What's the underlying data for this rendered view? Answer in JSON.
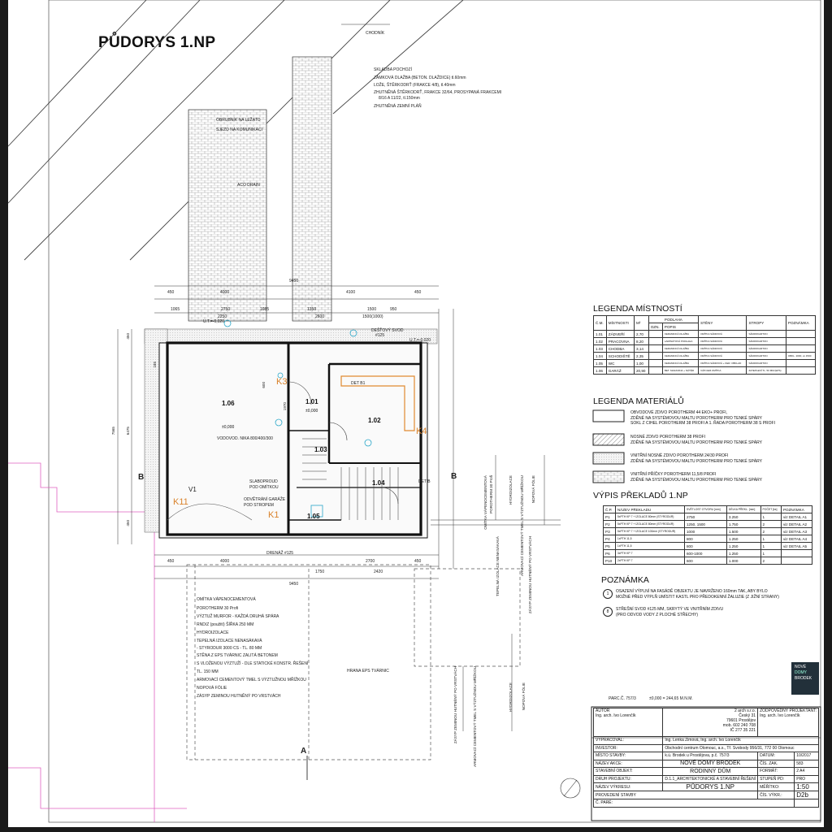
{
  "title": "PŮDORYS 1.NP",
  "site_labels": {
    "chodnik": "CHODNÍK",
    "skladba_title": "SKLADBA POCHOZÍ",
    "skladba_lines": [
      "ZÁMKOVÁ DLAŽBA (BETON. DLAŽDICE) tl.60mm",
      "LOŽE, ŠTĚRKODRŤ (FRAKCE 4/8), tl.40mm",
      "ZHUTNĚNÁ ŠTĚRKODRŤ, FRAKCE 32/64, PROSYPANÁ FRAKCEMI",
      "8/16 A 11/22, tl.150mm",
      "ZHUTNĚNÁ ZEMNÍ PLÁŇ"
    ],
    "obrubnik": "OBRUBNÍK NA LEŽATO",
    "sjezd": "SJEZD NA KOMUNIKACI",
    "aco": "ACO DRAIN",
    "destovy": "DEŠŤOVÝ SVOD",
    "destovy_dn": "#125",
    "uti1": "U.T.=-0,020",
    "uti2": "U.T.=-0,020",
    "slaboproud": "SLABOPROUD",
    "slaboproud2": "POD OMÍTKOU",
    "odvetrani": "ODVĚTRÁNÍ GARÁŽE",
    "odvetrani2": "POD STROPEM",
    "vodovod": "VODOVOD. NIKA 800/400/300",
    "drenaz": "DRENÁŽ #125",
    "hrana": "HRANA EPS TVÁRNIC",
    "det_b1": "DET B1",
    "det_b": "DET B",
    "vysl_label": "V1",
    "parc": "PARC.Č. 757/3",
    "zero": "±0,000 = 244,65 M.N.M."
  },
  "rooms": [
    {
      "id": "1.06",
      "area": "±0,000"
    },
    {
      "id": "1.01",
      "area": "±0,000"
    },
    {
      "id": "1.02",
      "area": ""
    },
    {
      "id": "1.03",
      "area": ""
    },
    {
      "id": "1.04",
      "area": ""
    },
    {
      "id": "1.05",
      "area": ""
    }
  ],
  "orange_tags": [
    "K11",
    "K1",
    "K3",
    "K4"
  ],
  "dims_top": [
    "4000",
    "4100",
    "2750",
    "1500",
    "1065",
    "1350",
    "950",
    "450",
    "1085",
    "2250",
    "2600",
    "1500(1000)",
    "9450",
    "450"
  ],
  "dims_bottom": [
    "4000",
    "1750",
    "2420",
    "450",
    "9450",
    "2700",
    "450"
  ],
  "dims_left": [
    "7565",
    "6475",
    "450",
    "185",
    "1970",
    "600",
    "450"
  ],
  "wall_left_text": [
    "OMÍTKA VÁPENOCEMENTOVÁ",
    "POROTHERM 30 Profi",
    "VÝZTUŽ MURFOR - KAŽDÁ DRUHÁ SPÁRA",
    "RND/Z (použití) ŠÍŘKA 250 MM",
    "HYDROIZOLACE",
    "TEPELNÁ IZOLACE NENASÁKAVÁ",
    "- STYRODUR 3000 CS - TL. 80 MM",
    "STĚNA Z EPS TVÁRNIC ZALITÁ BETONEM",
    "S VLOŽENOU VÝZTUŽÍ - DLE STATICKÉ KONSTR. ŘEŠENÍ",
    "TL. 150 MM",
    "ARMOVACÍ CEMENTOVÝ TMEL S VÝZTUŽNOU MŘÍŽKOU",
    "NOPOVÁ FÓLIE",
    "ZÁSYP ZEMINOU HUTNĚNÝ PO VRSTVÁCH"
  ],
  "legend_rooms": {
    "heading": "LEGENDA MÍSTNOSTÍ",
    "cols": [
      "Č.M.",
      "MÍSTNOSTI",
      "M²",
      "PODLAHA",
      "STĚNY",
      "STROPY",
      "POZNÁMKA"
    ],
    "sub_cols": [
      "OZN.",
      "POPIS"
    ],
    "rows": [
      {
        "no": "1.01",
        "name": "ZÁDVEŘÍ",
        "area": "2,70",
        "floor": "KERAMICKÁ DLAŽBA",
        "walls": "OMÍTKA SÁDROVÁ",
        "ceil": "SÁDROKARTON",
        "note": ""
      },
      {
        "no": "1.02",
        "name": "PRACOVNA",
        "area": "8,20",
        "floor": "LAMINÁTOVÁ PODLAHA",
        "walls": "OMÍTKA SÁDROVÁ",
        "ceil": "SÁDROKARTON",
        "note": ""
      },
      {
        "no": "1.03",
        "name": "CHODBA",
        "area": "3,14",
        "floor": "KERAMICKÁ DLAŽBA",
        "walls": "OMÍTKA SÁDROVÁ",
        "ceil": "SÁDROKARTON",
        "note": ""
      },
      {
        "no": "1.04",
        "name": "SCHODIŠTĚ",
        "area": "2,35",
        "floor": "KERAMICKÁ DLAŽBA",
        "walls": "OMÍTKA SÁDROVÁ",
        "ceil": "SÁDROKARTON",
        "note": "OBKL. 2000, vs 1500"
      },
      {
        "no": "1.05",
        "name": "WC",
        "area": "1,00",
        "floor": "KERAMICKÁ DLAŽBA",
        "walls": "OMÍTKA SÁDROVÁ + KER. OBKLAD",
        "ceil": "SÁDROKARTON",
        "note": ""
      },
      {
        "no": "1.06",
        "name": "GARÁŽ",
        "area": "20,90",
        "floor": "BET. MAZANINA + NÁTĚR",
        "walls": "VÁP.CEM.OMÍTKA",
        "ceil": "ZATEPLENÍ TL. 50 MM (EPS)",
        "note": ""
      }
    ]
  },
  "legend_mat": {
    "heading": "LEGENDA MATERIÁLŮ",
    "items": [
      {
        "l1": "OBVODOVÉ ZDIVO POROTHERM 44 EKO+ PROFI,",
        "l2": "ZDĚNÉ NA SYSTÉMOVOU MALTU POROTHERM PRO TENKÉ SPÁRY",
        "l3": "SOKL Z CIHEL POROTHERM 38 PROFI A 1. ŘADA POROTHERM 38 S PROFI"
      },
      {
        "l1": "NOSNÉ ZDIVO POROTHERM 38 PROFI",
        "l2": "ZDĚNÉ NA SYSTÉMOVOU MALTU POROTHERM PRO TENKÉ SPÁRY",
        "l3": ""
      },
      {
        "l1": "VNITŘNÍ NOSNÉ ZDIVO POROTHERM 24/30 PROFI",
        "l2": "ZDĚNÉ NA SYSTÉMOVOU MALTU POROTHERM PRO TENKÉ SPÁRY",
        "l3": ""
      },
      {
        "l1": "VNITŘNÍ PŘÍČKY POROTHERM 11,5/8 PROFI",
        "l2": "ZDĚNÉ NA SYSTÉMOVOU MALTU POROTHERM PRO TENKÉ SPÁRY",
        "l3": ""
      }
    ]
  },
  "lintels": {
    "heading": "VÝPIS PŘEKLADŮ 1.NP",
    "cols": [
      "Č.P.",
      "NÁZEV PŘEKLADU",
      "SVĚTLOST OTVORU [mm]",
      "DÉLKA PŘEKL. [mm]",
      "POČET [ks]",
      "POZNÁMKA"
    ],
    "rows": [
      [
        "P1",
        "5xPTH KP 7 + IZOLACE 80mm (STYRODUR)",
        "2750",
        "3.250",
        "1",
        "viz DETAIL A1"
      ],
      [
        "P2",
        "5xPTH KP 7 + IZOLACE 80mm (STYRODUR)",
        "1250, 1500",
        "1.750",
        "2",
        "viz DETAIL A2"
      ],
      [
        "P3",
        "5xPTH KP 7 + IZOLACE 100mm (STYRODUR)",
        "1000",
        "1.500",
        "2",
        "viz DETAIL A3"
      ],
      [
        "P4",
        "1xPTH 11,5",
        "800",
        "1.250",
        "1",
        "viz DETAIL A4"
      ],
      [
        "P5",
        "1xPTH 11,5",
        "800",
        "1.250",
        "1",
        "viz DETAIL A5"
      ],
      [
        "P6",
        "3xPTH KP 7",
        "600-1000",
        "1.250",
        "1",
        ""
      ],
      [
        "P10",
        "2xPTH KP 7",
        "600",
        "1.000",
        "2",
        ""
      ]
    ]
  },
  "notes": {
    "heading": "POZNÁMKA",
    "items": [
      {
        "mark": "1",
        "l1": "OSAZENÍ VÝPLNÍ NA FASÁDĚ OBJEKTU JE NAVRŽENO 160mm TAK, ABY BYLO",
        "l2": "MOŽNÉ PŘED VÝPLŇ UMÍSTIT KASTL PRO PŘEDOKENNÍ ŽALUZIE (Z JIŽNÍ STRANY)"
      },
      {
        "mark": "8",
        "l1": "STŘEŠNÍ SVOD #125 MM, SKRYTÝ VE VNITŘNÍM ZDIVU",
        "l2": "(PRO ODVOD VODY Z PLOCHÉ STŘECHY)"
      }
    ]
  },
  "logo": {
    "l1": "NOVÉ",
    "l2": "DOMY",
    "l3": "BRODEK"
  },
  "title_block": {
    "autor_label": "AUTOR",
    "autor": "Ing. arch. Ivo Lorenčík",
    "firm": "2 arch s.r.o.",
    "firm_addr1": "Český 31",
    "firm_addr2": "79601 Prostějov",
    "firm_tel": "mob. 602 240 708",
    "firm_ic": "IČ 277 35 221",
    "zodp_label": "ZODPOVĚDNÝ PROJEKTANT:",
    "zodp": "Ing. arch. Ivo Lorenčík",
    "vypr_label": "VYPRACOVAL:",
    "vypr": "Ing. Lenka Zimová, Ing. arch. Ivo Lorenčík",
    "inv_label": "INVESTOR:",
    "inv": "Obchodní centrum Olomouc, a.s., Tř. Svobody 956/31, 772 00 Olomouc",
    "misto_label": "MÍSTO STAVBY:",
    "misto": "k.ú. Brodek u Prostějova, p.č. 757/3",
    "akce_label": "NÁZEV AKCE:",
    "akce": "NOVÉ DOMY BRODEK",
    "objekt_label": "STAVEBNÍ OBJEKT:",
    "objekt": "RODINNÝ DŮM",
    "druh_label": "DRUH PROJEKTU:",
    "druh": "D.1.1_ARCHITEKTONICKÉ A STAVEBNÍ ŘEŠENÍ",
    "vykres_label": "NÁZEV VÝKRESU:",
    "vykres": "PŮDORYS 1.NP",
    "datum_label": "DATUM:",
    "datum": "10/2017",
    "cpare_label": "Č. PARÉ:",
    "cszak_label": "ČÍS. ZAK.",
    "cszak": "583",
    "format_label": "FORMÁT:",
    "format": "2 A4",
    "stupen_label": "STUPEŇ PD:",
    "stupen": "PRO",
    "stupen2": "PROVEDENÍ STAVBY",
    "meritko_label": "MĚŘÍTKO:",
    "meritko": "1:50",
    "cis_label": "ČÍS. VÝKR.:",
    "cis": "D2b"
  },
  "section_marks": [
    "B",
    "B",
    "A"
  ]
}
